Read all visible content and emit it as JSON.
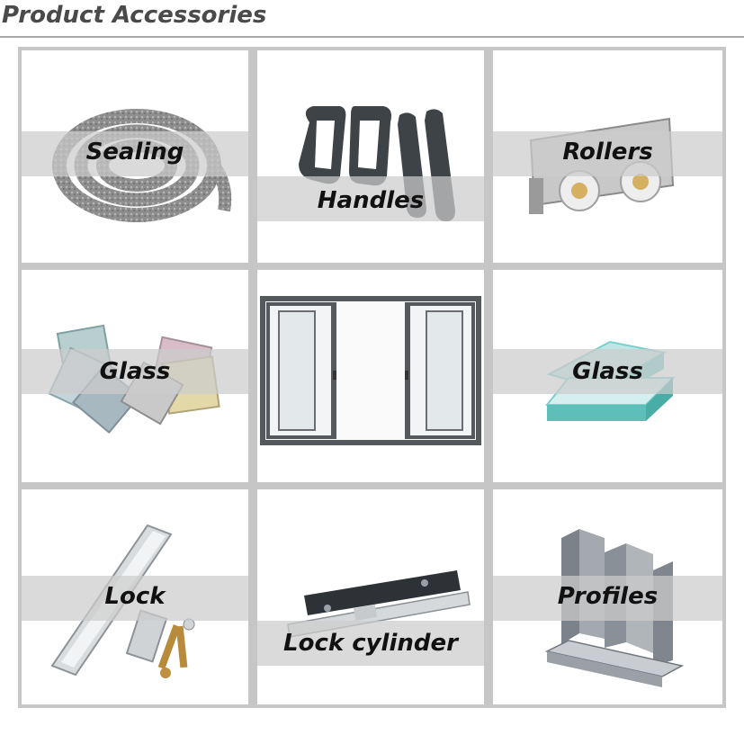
{
  "header": {
    "title": "Product Accessories"
  },
  "tiles": [
    {
      "id": "sealing",
      "label": "Sealing"
    },
    {
      "id": "handles",
      "label": "Handles"
    },
    {
      "id": "rollers",
      "label": "Rollers"
    },
    {
      "id": "glass-colored",
      "label": "Glass"
    },
    {
      "id": "sliding-window",
      "label": ""
    },
    {
      "id": "glass-clear",
      "label": "Glass"
    },
    {
      "id": "lock",
      "label": "Lock"
    },
    {
      "id": "lock-cylinder",
      "label": "Lock cylinder"
    },
    {
      "id": "profiles",
      "label": "Profiles"
    }
  ],
  "colors": {
    "title": "#4a4a4a",
    "rule": "#a8a8a8",
    "grid_border": "#c6c6c6",
    "label": "#111111"
  }
}
